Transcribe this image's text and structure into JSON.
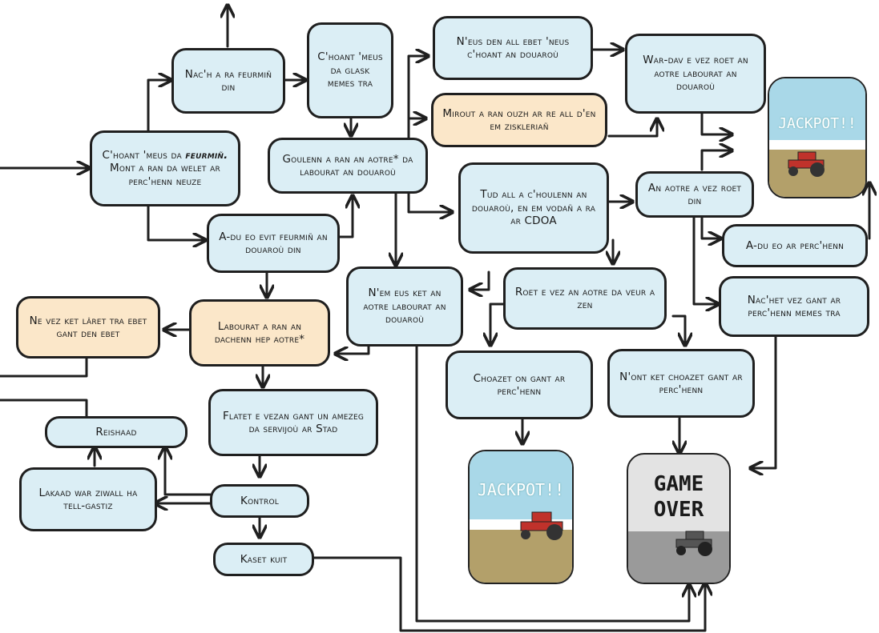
{
  "colors": {
    "node_blue": "#dbeef5",
    "node_beige": "#fbe7c9",
    "line": "#1f1f1f",
    "sky": "#a9d8e8",
    "field": "#b3a06a",
    "tractor": "#c0322b",
    "gray": "#9a9a9a"
  },
  "nodes": {
    "nach_a_ra": "Nac'h a ra feurmiñ din",
    "choant_glask": "C'hoant 'meus da glask memes tra",
    "neus_den_all": "N'eus den all ebet 'neus c'hoant an douaroù",
    "war_dav": "War-dav e vez roet an aotre labourat an douaroù",
    "mirout": "Mirout a ran ouzh ar re all d'en em ziskleriañ",
    "choant_pre": "C'hoant 'meus da",
    "choant_em": "feurmiñ.",
    "choant_post": "Mont a ran da welet ar perc'henn neuze",
    "goulenn": "Goulenn a ran an aotre* da labourat an douaroù",
    "tud_all": "Tud all a c'houlenn an douaroù, en em vodañ a ra ar CDOA",
    "an_aotre": "An aotre a vez roet din",
    "adu_perchenn": "A-du eo ar perc'henn",
    "adu_evit": "A-du eo evit feurmiñ an douaroù din",
    "nem_eus": "N'em eus ket an aotre labourat an douaroù",
    "roet_veur": "Roet e vez an aotre da veur a zen",
    "nachet": "Nac'het vez gant ar perc'henn memes tra",
    "ne_vez_ket": "Ne vez ket lâret tra ebet gant den ebet",
    "labourat": "Labourat a ran an dachenn hep aotre*",
    "choazet_on": "Choazet on gant ar perc'henn",
    "nont_ket": "N'ont ket choazet gant ar perc'henn",
    "flatet": "Flatet e vezan gant un amezeg da servijoù ar Stad",
    "reishaad": "Reishaad",
    "lakaad": "Lakaad war ziwall ha tell-gastiz",
    "kontrol": "Kontrol",
    "kaset_kuit": "Kaset kuit"
  },
  "outcomes": {
    "jackpot": "JACKPOT!!",
    "game_over_1": "GAME",
    "game_over_2": "OVER"
  }
}
